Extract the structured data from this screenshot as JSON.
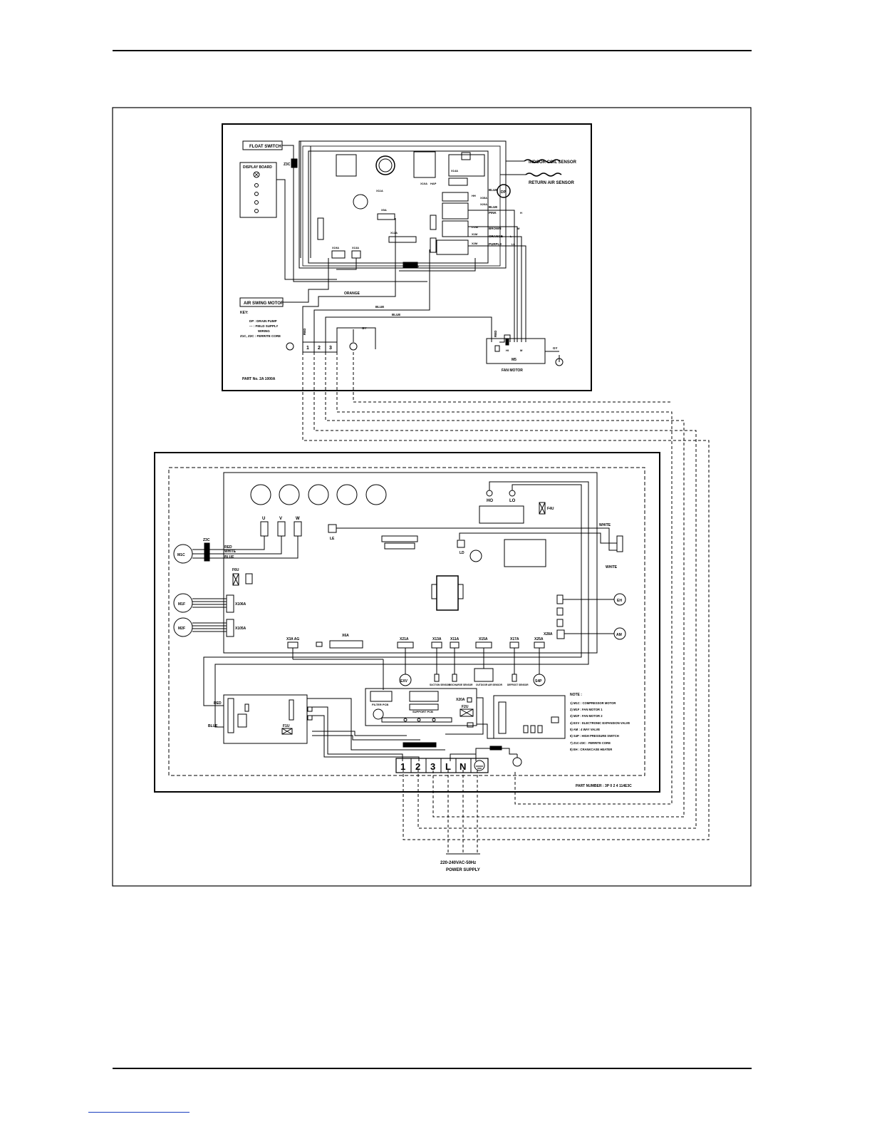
{
  "indoor": {
    "float_switch": "FLOAT SWITCH",
    "display_board": "DISPLAY BOARD",
    "indoor_coil_sensor": "INDOOR COIL SENSOR",
    "return_air_sensor": "RETURN AIR SENSOR",
    "air_swing_motor": "AIR SWING MOTOR",
    "fan_motor": "FAN MOTOR",
    "fan_motor_id": "M5",
    "dp": "DP",
    "z3c": "Z3C",
    "wire_labels": [
      "BLUE",
      "BLUE",
      "PINK",
      "BROWN",
      "ORANGE",
      "PURPLE",
      "ORANGE",
      "BLUE",
      "BLUE",
      "RED",
      "GY",
      "GY",
      "RED"
    ],
    "pcb_labels": [
      "X5A",
      "X12A",
      "X19A",
      "X13A",
      "X14A",
      "X35A",
      "X20A",
      "X27A",
      "X11A",
      "X10A",
      "HAP",
      "X1M",
      "X2M"
    ],
    "speed_labels": [
      "HH",
      "H",
      "M",
      "L",
      "LL",
      "HI",
      "M",
      "LOW"
    ],
    "key_title": "KEY:",
    "key_lines": [
      "DP : DRAIN PUMP",
      "--- : FIELD SUPPLY",
      "WIRING",
      "Z1C, Z2C : FERRITE CORE"
    ],
    "terminals": [
      "1",
      "2",
      "3"
    ],
    "part_number": "PART No. 2A 1000A"
  },
  "outdoor": {
    "u": "U",
    "v": "V",
    "w": "W",
    "ho": "HO",
    "lo": "LO",
    "le": "LE",
    "ld": "LD",
    "f4u": "F4U",
    "f6u": "F6U",
    "f1u": "F1U",
    "f2u": "F2U",
    "m1c": "M1C",
    "m1f": "M1F",
    "m2f": "M2F",
    "eh": "EH",
    "am": "AM",
    "exv": "EXV",
    "sv": "S4P",
    "z3c": "Z3C",
    "x106a": "X106A",
    "x105a": "X105A",
    "wire_red": "RED",
    "wire_white": "WHITE",
    "wire_blue": "BLUE",
    "wire_white2": "WHITE",
    "wire_white3": "WHITE",
    "conn_labels": [
      "X3A AG",
      "X6A",
      "X21A",
      "X13A",
      "X11A",
      "X15A",
      "X17A",
      "X25A",
      "X28A"
    ],
    "sub_labels": [
      "SUCTION SENSOR",
      "DISCHARGE SENSOR",
      "OUTDOOR AIR SENSOR",
      "DEFROST SENSOR"
    ],
    "filter_board": "FILTER PCB",
    "support_board": "SUPPORT PCB",
    "x20a": "X20A",
    "power_red": "RED",
    "power_blue": "BLUE",
    "notes_title": "NOTE :",
    "notes": [
      "1) M1C : COMPRESSOR MOTOR",
      "2) M1F : FAN MOTOR 1",
      "3) M2F : FAN MOTOR 2",
      "4) EXV : ELECTRONIC EXPANSION VALVE",
      "5) AM : 4 WAY VALVE",
      "6) S4P : HIGH PRESSURE SWITCH",
      "7) Z1C-Z3C : FERRITE CORE",
      "8) EH : CRANKCASE HEATER"
    ],
    "terminals": [
      "1",
      "2",
      "3",
      "L",
      "N"
    ],
    "part_number": "PART NUMBER : 3P 0 2 4 114E3C",
    "power_supply_line1": "220-240VAC-50Hz",
    "power_supply_line2": "POWER SUPPLY"
  }
}
